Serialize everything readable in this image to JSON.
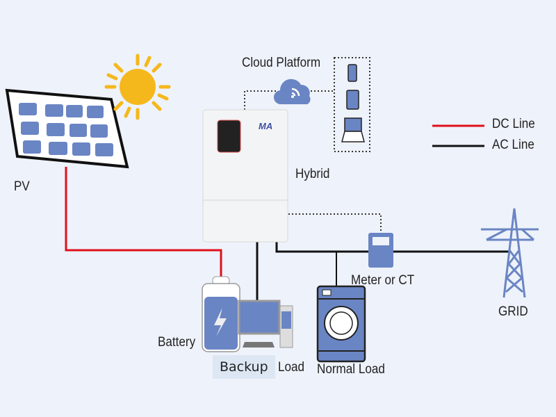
{
  "labels": {
    "pv": "PV",
    "cloud": "Cloud Platform",
    "hybrid": "Hybrid",
    "battery": "Battery",
    "backup": "Backup",
    "backup_load": "Load",
    "normal_load": "Normal  Load",
    "meter": "Meter or CT",
    "grid": "GRID"
  },
  "legend": [
    {
      "label": "DC Line",
      "color": "#e0101a"
    },
    {
      "label": "AC Line",
      "color": "#111111"
    }
  ],
  "colors": {
    "icon": "#6a85c4",
    "background": "#eef2fa",
    "sun": "#f5b81c"
  }
}
